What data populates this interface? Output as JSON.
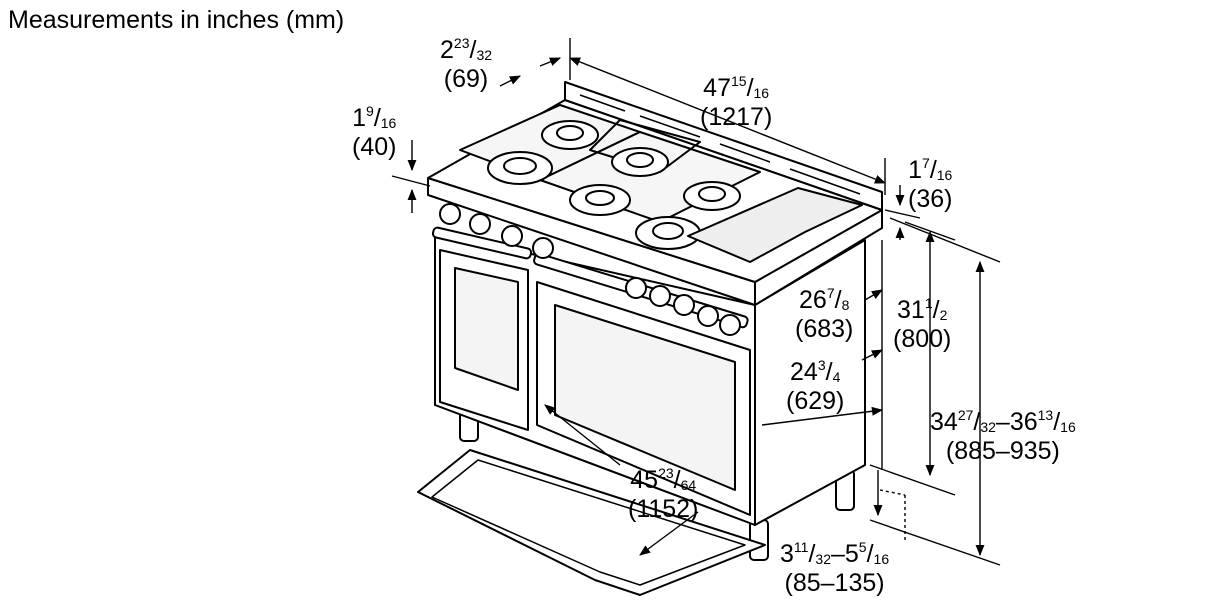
{
  "title": "Measurements in inches (mm)",
  "dimensions": {
    "rear_offset": {
      "whole": "2",
      "num": "23",
      "den": "32",
      "mm": "(69)"
    },
    "width": {
      "whole": "47",
      "num": "15",
      "den": "16",
      "mm": "(1217)"
    },
    "cooktop_left": {
      "whole": "1",
      "num": "9",
      "den": "16",
      "mm": "(40)"
    },
    "cooktop_right": {
      "whole": "1",
      "num": "7",
      "den": "16",
      "mm": "(36)"
    },
    "depth_total": {
      "whole": "26",
      "num": "7",
      "den": "8",
      "mm": "(683)"
    },
    "height_body": {
      "whole": "31",
      "num": "1",
      "den": "2",
      "mm": "(800)"
    },
    "depth_body": {
      "whole": "24",
      "num": "3",
      "den": "4",
      "mm": "(629)"
    },
    "height_total": {
      "whole1": "34",
      "num1": "27",
      "den1": "32",
      "sep": "–",
      "whole2": "36",
      "num2": "13",
      "den2": "16",
      "mm": "(885–935)"
    },
    "door_open": {
      "whole": "45",
      "num": "23",
      "den": "64",
      "mm": "(1152)"
    },
    "leg_height": {
      "whole1": "3",
      "num1": "11",
      "den1": "32",
      "sep": "–",
      "whole2": "5",
      "num2": "5",
      "den2": "16",
      "mm": "(85–135)"
    }
  }
}
